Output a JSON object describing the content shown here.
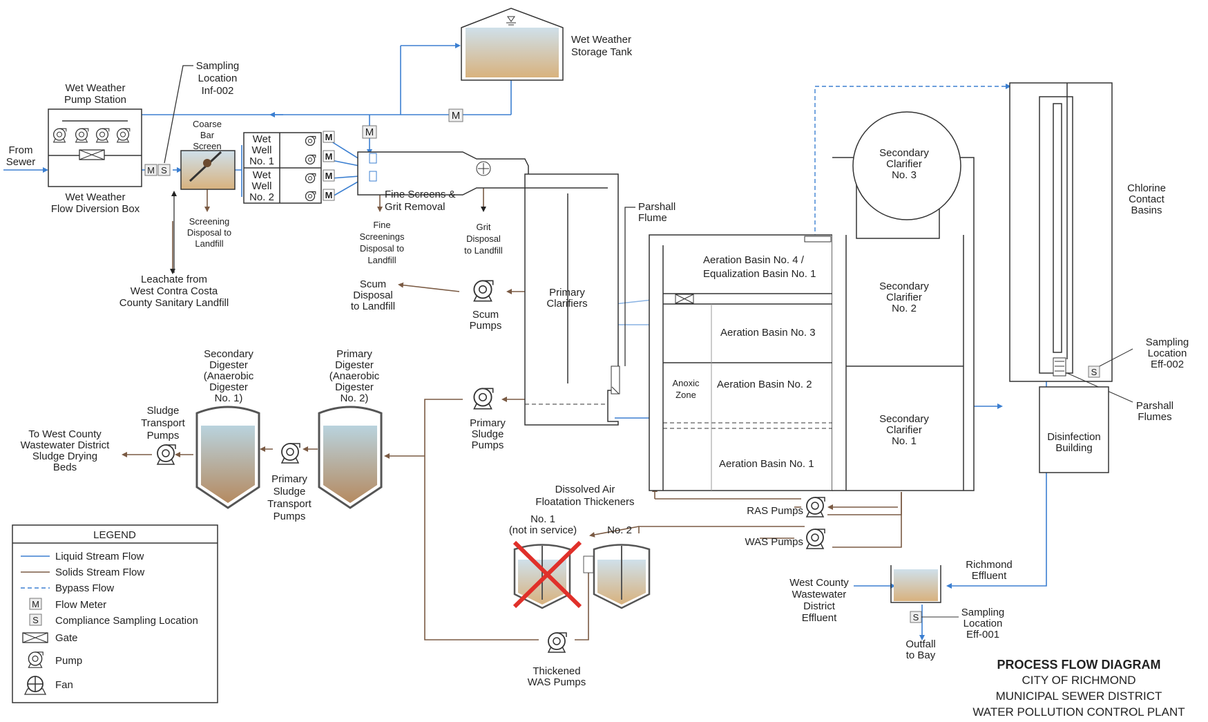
{
  "labels": {
    "from_sewer": [
      "From",
      "Sewer"
    ],
    "ww_pump_station": [
      "Wet Weather",
      "Pump Station"
    ],
    "ww_diversion_box": [
      "Wet Weather",
      "Flow Diversion Box"
    ],
    "sampling_inf002": [
      "Sampling",
      "Location",
      "Inf-002"
    ],
    "coarse_bar_screen": [
      "Coarse",
      "Bar",
      "Screen"
    ],
    "screening_disposal": [
      "Screening",
      "Disposal to",
      "Landfill"
    ],
    "leachate": [
      "Leachate from",
      "West Contra Costa",
      "County Sanitary Landfill"
    ],
    "wet_well_1": [
      "Wet",
      "Well",
      "No. 1"
    ],
    "wet_well_2": [
      "Wet",
      "Well",
      "No. 2"
    ],
    "ww_storage_tank": [
      "Wet Weather",
      "Storage Tank"
    ],
    "fine_screens": [
      "Fine Screens &",
      "Grit Removal"
    ],
    "fine_screenings_disposal": [
      "Fine",
      "Screenings",
      "Disposal to",
      "Landfill"
    ],
    "grit_disposal": [
      "Grit",
      "Disposal",
      "to Landfill"
    ],
    "scum_disposal": [
      "Scum",
      "Disposal",
      "to Landfill"
    ],
    "scum_pumps": [
      "Scum",
      "Pumps"
    ],
    "primary_clarifiers": [
      "Primary",
      "Clarifiers"
    ],
    "parshall_flume": [
      "Parshall",
      "Flume"
    ],
    "primary_sludge_pumps": [
      "Primary",
      "Sludge",
      "Pumps"
    ],
    "aeration_4": [
      "Aeration Basin No. 4 /",
      "Equalization Basin No. 1"
    ],
    "aeration_3": "Aeration Basin No. 3",
    "aeration_2": "Aeration Basin No. 2",
    "aeration_1": "Aeration Basin No. 1",
    "anoxic_zone": [
      "Anoxic",
      "Zone"
    ],
    "sec_clar_3": [
      "Secondary",
      "Clarifier",
      "No. 3"
    ],
    "sec_clar_2": [
      "Secondary",
      "Clarifier",
      "No. 2"
    ],
    "sec_clar_1": [
      "Secondary",
      "Clarifier",
      "No. 1"
    ],
    "chlorine_contact": [
      "Chlorine",
      "Contact",
      "Basins"
    ],
    "sampling_eff002": [
      "Sampling",
      "Location",
      "Eff-002"
    ],
    "parshall_flumes": [
      "Parshall",
      "Flumes"
    ],
    "disinfection_building": [
      "Disinfection",
      "Building"
    ],
    "secondary_digester": [
      "Secondary",
      "Digester",
      "(Anaerobic",
      "Digester",
      "No. 1)"
    ],
    "primary_digester": [
      "Primary",
      "Digester",
      "(Anaerobic",
      "Digester",
      "No. 2)"
    ],
    "sludge_transport_pumps": [
      "Sludge",
      "Transport",
      "Pumps"
    ],
    "primary_sludge_transport": [
      "Primary",
      "Sludge",
      "Transport",
      "Pumps"
    ],
    "to_west_county": [
      "To West County",
      "Wastewater District",
      "Sludge Drying",
      "Beds"
    ],
    "daf": [
      "Dissolved Air",
      "Floatation Thickeners"
    ],
    "daf_no1": [
      "No. 1",
      "(not in service)"
    ],
    "daf_no2": "No. 2",
    "thickened_was": [
      "Thickened",
      "WAS Pumps"
    ],
    "ras_pumps": "RAS Pumps",
    "was_pumps": "WAS Pumps",
    "richmond_effluent": [
      "Richmond",
      "Effluent"
    ],
    "west_county_effluent": [
      "West County",
      "Wastewater",
      "District",
      "Effluent"
    ],
    "sampling_eff001": [
      "Sampling",
      "Location",
      "Eff-001"
    ],
    "outfall": [
      "Outfall",
      "to Bay"
    ]
  },
  "symbols": {
    "meter": "M",
    "sampling": "S"
  },
  "legend": {
    "title": "LEGEND",
    "items": [
      {
        "icon": "liquid-line",
        "label": "Liquid Stream Flow"
      },
      {
        "icon": "solids-line",
        "label": "Solids Stream Flow"
      },
      {
        "icon": "bypass-line",
        "label": "Bypass Flow"
      },
      {
        "icon": "flow-meter-icon",
        "label": "Flow Meter"
      },
      {
        "icon": "sampling-icon",
        "label": "Compliance Sampling Location"
      },
      {
        "icon": "gate-icon",
        "label": "Gate"
      },
      {
        "icon": "pump-icon",
        "label": "Pump"
      },
      {
        "icon": "fan-icon",
        "label": "Fan"
      }
    ]
  },
  "title_block": {
    "title": "PROCESS FLOW DIAGRAM",
    "line1": "CITY OF RICHMOND",
    "line2": "MUNICIPAL SEWER DISTRICT",
    "line3": "WATER POLLUTION CONTROL PLANT"
  },
  "colors": {
    "liquid": "#3b7fd1",
    "solids": "#7a5a43",
    "x_mark": "#e0302a"
  }
}
